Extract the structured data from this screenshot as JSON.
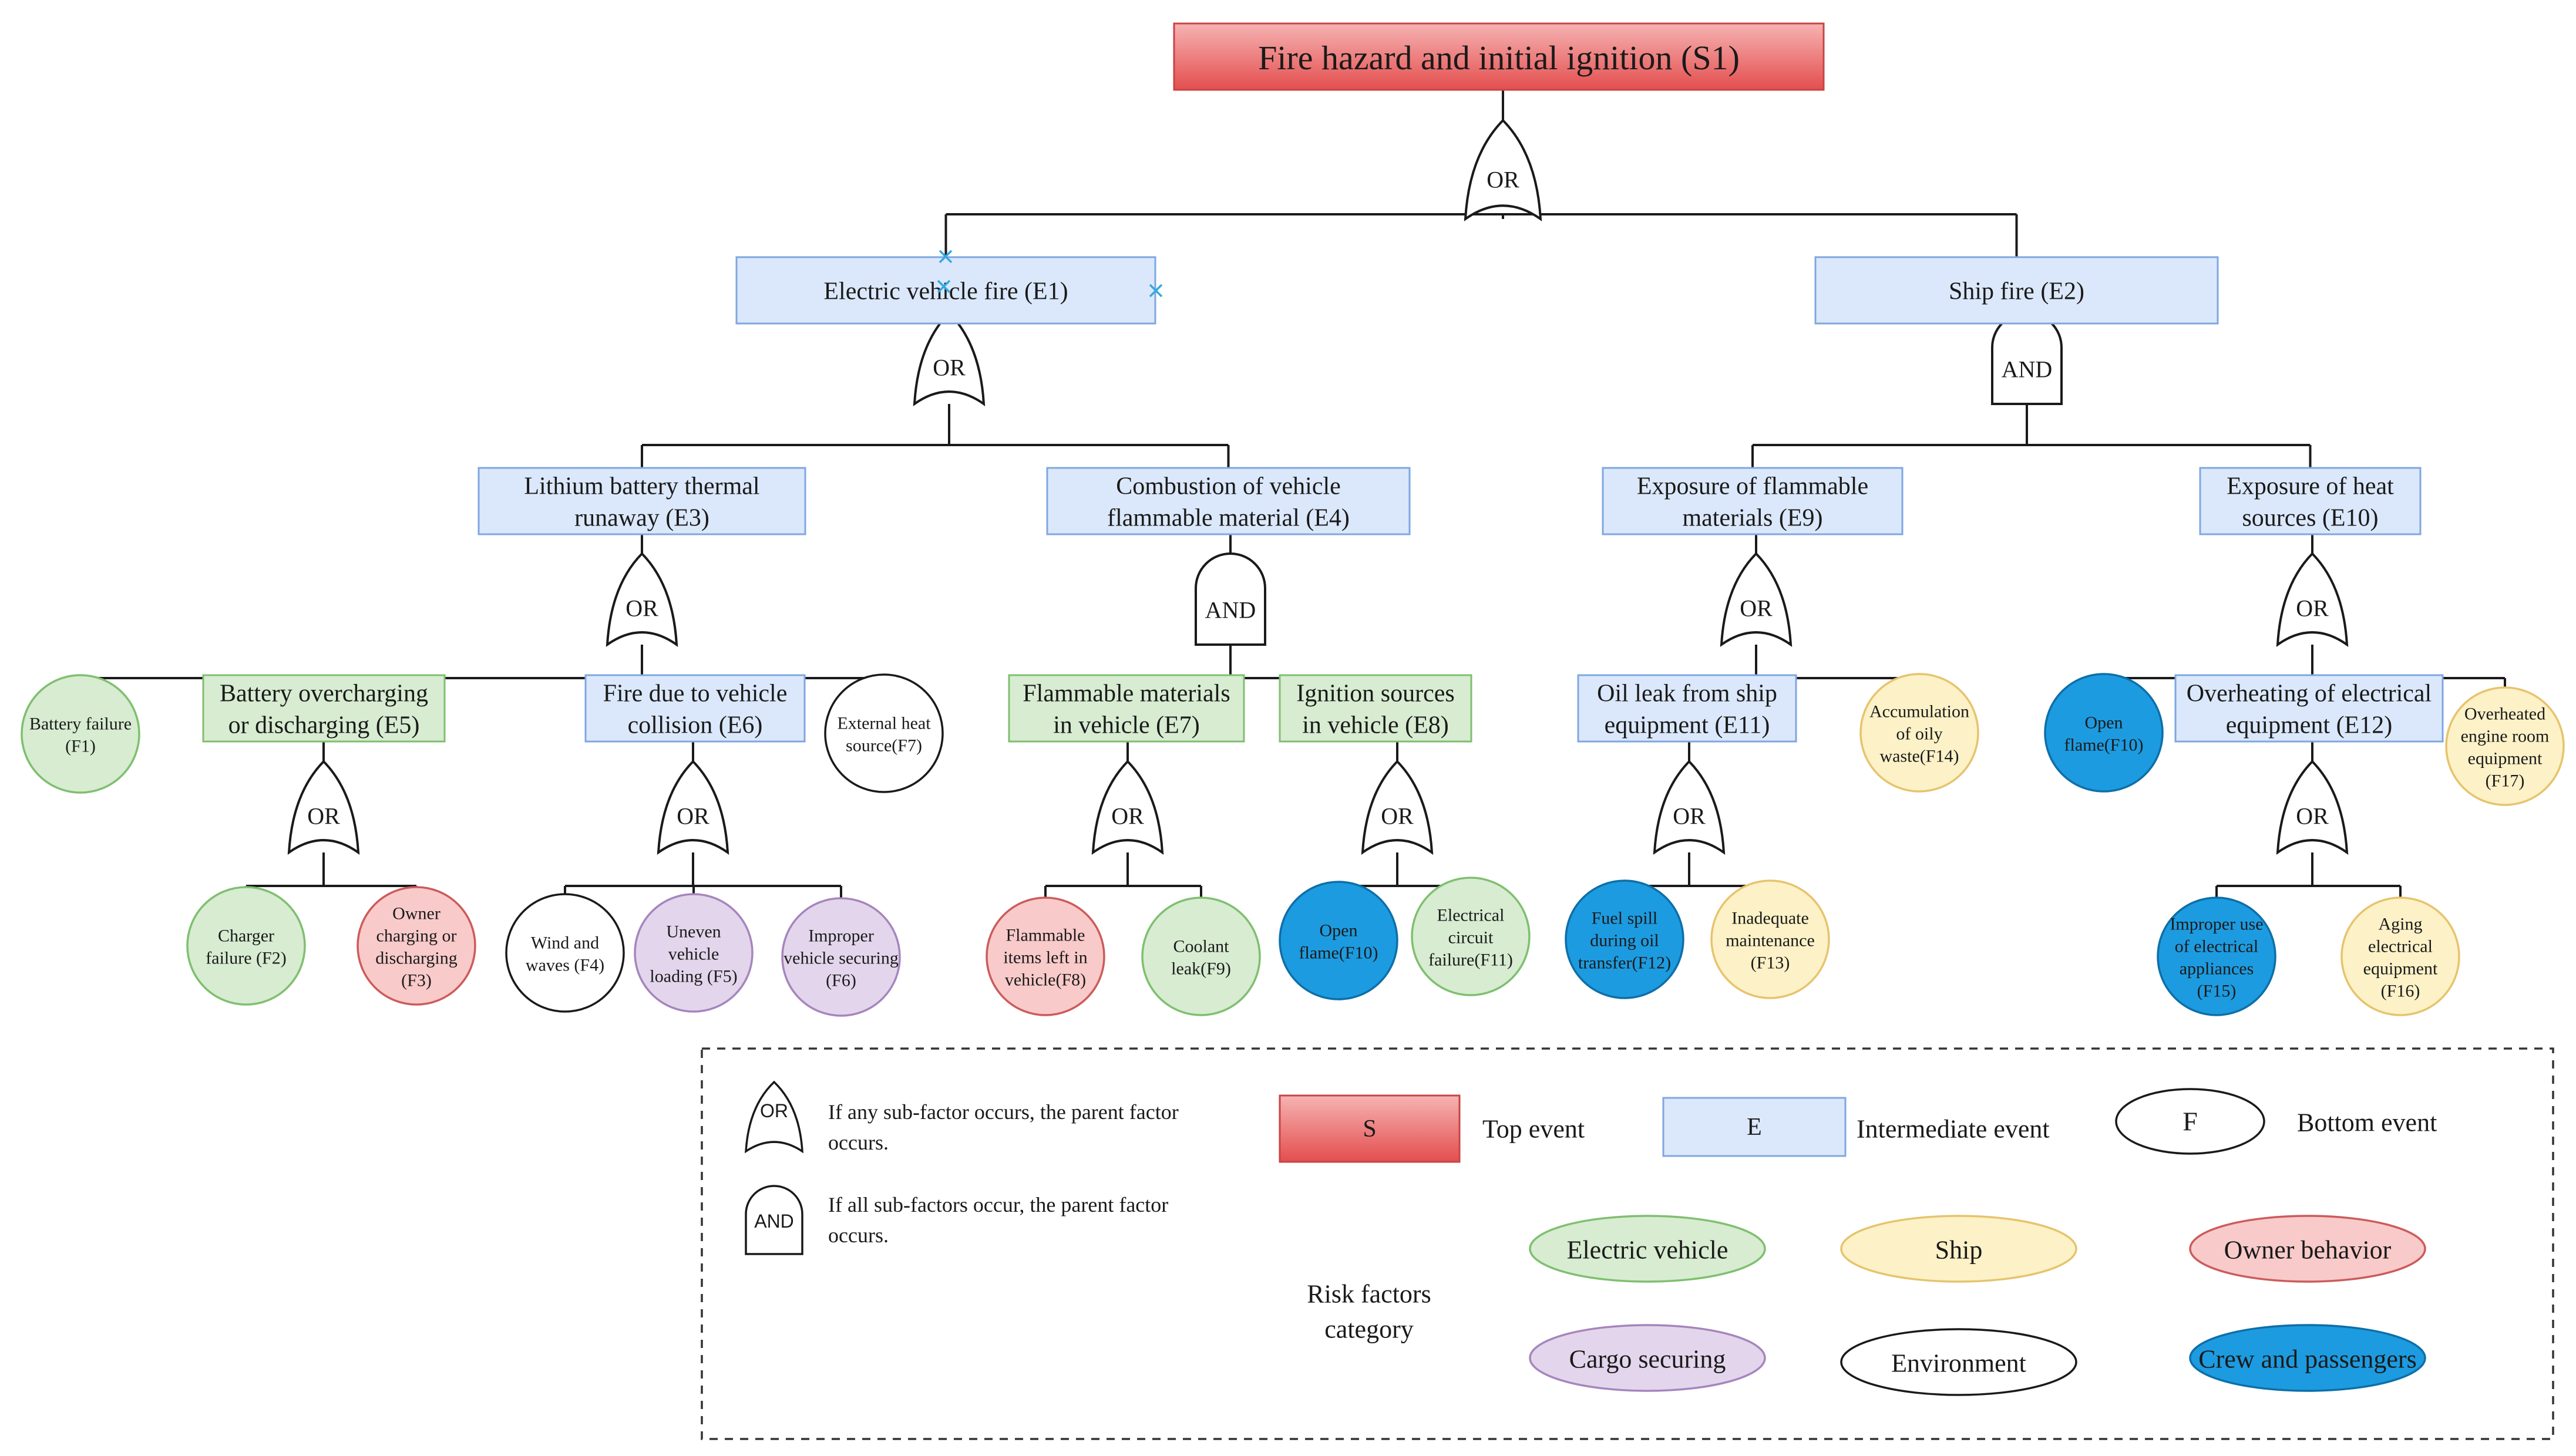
{
  "colors": {
    "top_event_fill": "#e85a5a",
    "intermediate_fill": "#dbe8fb",
    "intermediate_stroke": "#7fa7e0",
    "electric_vehicle_fill": "#d7ecd1",
    "electric_vehicle_stroke": "#7fbf70",
    "ship_fill": "#fdf1c7",
    "ship_stroke": "#e6c46d",
    "owner_behavior_fill": "#f9caca",
    "owner_behavior_stroke": "#cc5b5b",
    "cargo_securing_fill": "#e3d6ec",
    "cargo_securing_stroke": "#a685bd",
    "environment_fill": "#ffffff",
    "environment_stroke": "#1a1a1a",
    "crew_fill": "#1d9be0",
    "crew_stroke": "#0d6fa8",
    "line": "#1a1a1a",
    "marker": "#35a8e0"
  },
  "top_event": {
    "label": "Fire hazard and initial ignition (S1)"
  },
  "gates": {
    "g_s1": "OR",
    "g_e1": "OR",
    "g_e2": "AND",
    "g_e3": "OR",
    "g_e4": "AND",
    "g_e5": "OR",
    "g_e6": "OR",
    "g_e7": "OR",
    "g_e8": "OR",
    "g_e9": "OR",
    "g_e10": "OR",
    "g_e11": "OR",
    "g_e12": "OR"
  },
  "intermediate_events": {
    "e1": [
      "Electric vehicle fire (E1)"
    ],
    "e2": [
      "Ship fire (E2)"
    ],
    "e3": [
      "Lithium battery thermal",
      "runaway (E3)"
    ],
    "e4": [
      "Combustion of vehicle",
      "flammable material (E4)"
    ],
    "e5": [
      "Battery overcharging",
      "or discharging (E5)"
    ],
    "e6": [
      "Fire due to vehicle",
      "collision (E6)"
    ],
    "e7": [
      "Flammable materials",
      "in vehicle (E7)"
    ],
    "e8": [
      "Ignition sources",
      "in vehicle (E8)"
    ],
    "e9": [
      "Exposure of flammable",
      "materials (E9)"
    ],
    "e10": [
      "Exposure of heat",
      "sources (E10)"
    ],
    "e11": [
      "Oil leak from ship",
      "equipment (E11)"
    ],
    "e12": [
      "Overheating of electrical",
      "equipment (E12)"
    ]
  },
  "bottom_events": {
    "f1": {
      "lines": [
        "Battery failure",
        "(F1)"
      ],
      "category": "electric_vehicle"
    },
    "f2": {
      "lines": [
        "Charger",
        "failure (F2)"
      ],
      "category": "electric_vehicle"
    },
    "f3": {
      "lines": [
        "Owner",
        "charging or",
        "discharging",
        "(F3)"
      ],
      "category": "owner_behavior"
    },
    "f4": {
      "lines": [
        "Wind and",
        "waves (F4)"
      ],
      "category": "environment"
    },
    "f5": {
      "lines": [
        "Uneven",
        "vehicle",
        "loading (F5)"
      ],
      "category": "cargo_securing"
    },
    "f6": {
      "lines": [
        "Improper",
        "vehicle securing",
        "(F6)"
      ],
      "category": "cargo_securing"
    },
    "f7": {
      "lines": [
        "External heat",
        "source(F7)"
      ],
      "category": "environment"
    },
    "f8": {
      "lines": [
        "Flammable",
        "items left in",
        "vehicle(F8)"
      ],
      "category": "owner_behavior"
    },
    "f9": {
      "lines": [
        "Coolant",
        "leak(F9)"
      ],
      "category": "electric_vehicle"
    },
    "f10a": {
      "lines": [
        "Open",
        "flame(F10)"
      ],
      "category": "crew"
    },
    "f11": {
      "lines": [
        "Electrical",
        "circuit",
        "failure(F11)"
      ],
      "category": "electric_vehicle"
    },
    "f12": {
      "lines": [
        "Fuel spill",
        "during oil",
        "transfer(F12)"
      ],
      "category": "crew"
    },
    "f13": {
      "lines": [
        "Inadequate",
        "maintenance",
        "(F13)"
      ],
      "category": "ship"
    },
    "f14": {
      "lines": [
        "Accumulation",
        "of oily",
        "waste(F14)"
      ],
      "category": "ship"
    },
    "f10b": {
      "lines": [
        "Open",
        "flame(F10)"
      ],
      "category": "crew"
    },
    "f15": {
      "lines": [
        "Improper use",
        "of electrical",
        "appliances",
        "(F15)"
      ],
      "category": "crew"
    },
    "f16": {
      "lines": [
        "Aging",
        "electrical",
        "equipment",
        "(F16)"
      ],
      "category": "ship"
    },
    "f17": {
      "lines": [
        "Overheated",
        "engine room",
        "equipment",
        "(F17)"
      ],
      "category": "ship"
    }
  },
  "legend": {
    "or_gate": "OR",
    "and_gate": "AND",
    "or_desc": [
      "If any sub-factor occurs, the parent factor",
      "occurs."
    ],
    "and_desc": [
      "If all sub-factors occur, the parent factor",
      "occurs."
    ],
    "top_symbol": "S",
    "top_label": "Top event",
    "intermediate_symbol": "E",
    "intermediate_label": "Intermediate event",
    "bottom_symbol": "F",
    "bottom_label": "Bottom event",
    "category_title": [
      "Risk factors",
      "category"
    ],
    "categories": {
      "electric_vehicle": "Electric vehicle",
      "ship": "Ship",
      "owner_behavior": "Owner behavior",
      "cargo_securing": "Cargo securing",
      "environment": "Environment",
      "crew": "Crew and passengers"
    }
  }
}
